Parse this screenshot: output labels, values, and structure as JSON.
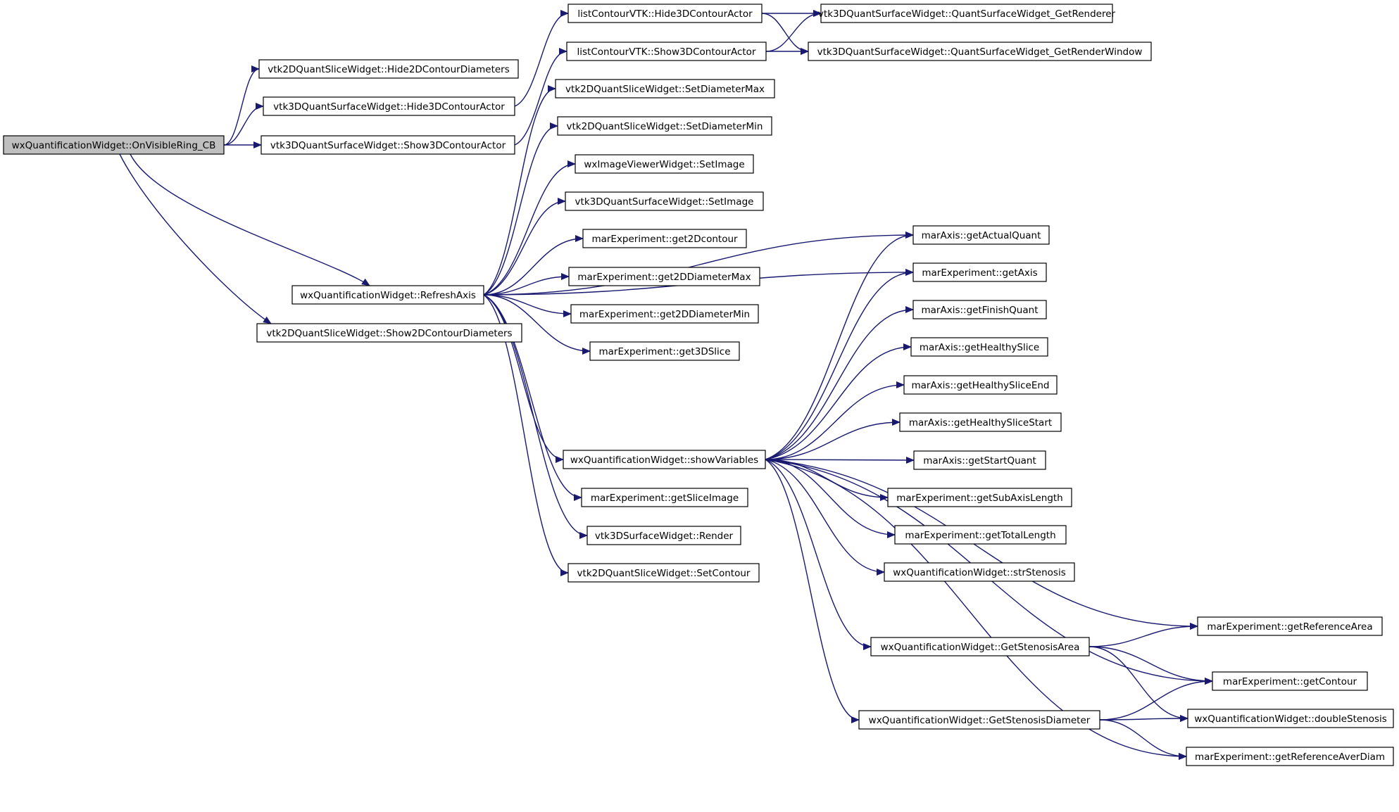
{
  "nodes": [
    {
      "id": "root",
      "label": "wxQuantificationWidget::OnVisibleRing_CB",
      "root": true
    },
    {
      "id": "hide2d",
      "label": "vtk2DQuantSliceWidget::Hide2DContourDiameters"
    },
    {
      "id": "hide3d",
      "label": "vtk3DQuantSurfaceWidget::Hide3DContourActor"
    },
    {
      "id": "show3d",
      "label": "vtk3DQuantSurfaceWidget::Show3DContourActor"
    },
    {
      "id": "refresh",
      "label": "wxQuantificationWidget::RefreshAxis"
    },
    {
      "id": "show2d",
      "label": "vtk2DQuantSliceWidget::Show2DContourDiameters"
    },
    {
      "id": "lcHide",
      "label": "listContourVTK::Hide3DContourActor"
    },
    {
      "id": "lcShow",
      "label": "listContourVTK::Show3DContourActor"
    },
    {
      "id": "getRenderer",
      "label": "vtk3DQuantSurfaceWidget::QuantSurfaceWidget_GetRenderer"
    },
    {
      "id": "getRenderWindow",
      "label": "vtk3DQuantSurfaceWidget::QuantSurfaceWidget_GetRenderWindow"
    },
    {
      "id": "setDiamMax",
      "label": "vtk2DQuantSliceWidget::SetDiameterMax"
    },
    {
      "id": "setDiamMin",
      "label": "vtk2DQuantSliceWidget::SetDiameterMin"
    },
    {
      "id": "wxSetImage",
      "label": "wxImageViewerWidget::SetImage"
    },
    {
      "id": "vtkSetImage",
      "label": "vtk3DQuantSurfaceWidget::SetImage"
    },
    {
      "id": "get2Dcontour",
      "label": "marExperiment::get2Dcontour"
    },
    {
      "id": "get2DDiamMax",
      "label": "marExperiment::get2DDiameterMax"
    },
    {
      "id": "get2DDiamMin",
      "label": "marExperiment::get2DDiameterMin"
    },
    {
      "id": "get3DSlice",
      "label": "marExperiment::get3DSlice"
    },
    {
      "id": "showVars",
      "label": "wxQuantificationWidget::showVariables"
    },
    {
      "id": "getSliceImage",
      "label": "marExperiment::getSliceImage"
    },
    {
      "id": "render",
      "label": "vtk3DSurfaceWidget::Render"
    },
    {
      "id": "setContour",
      "label": "vtk2DQuantSliceWidget::SetContour"
    },
    {
      "id": "getActualQuant",
      "label": "marAxis::getActualQuant"
    },
    {
      "id": "getAxis",
      "label": "marExperiment::getAxis"
    },
    {
      "id": "getFinishQuant",
      "label": "marAxis::getFinishQuant"
    },
    {
      "id": "getHealthySlice",
      "label": "marAxis::getHealthySlice"
    },
    {
      "id": "getHealthySliceEnd",
      "label": "marAxis::getHealthySliceEnd"
    },
    {
      "id": "getHealthySliceStart",
      "label": "marAxis::getHealthySliceStart"
    },
    {
      "id": "getStartQuant",
      "label": "marAxis::getStartQuant"
    },
    {
      "id": "getSubAxisLength",
      "label": "marExperiment::getSubAxisLength"
    },
    {
      "id": "getTotalLength",
      "label": "marExperiment::getTotalLength"
    },
    {
      "id": "strStenosis",
      "label": "wxQuantificationWidget::strStenosis"
    },
    {
      "id": "getReferenceArea",
      "label": "marExperiment::getReferenceArea"
    },
    {
      "id": "getStenosisArea",
      "label": "wxQuantificationWidget::GetStenosisArea"
    },
    {
      "id": "getContour",
      "label": "marExperiment::getContour"
    },
    {
      "id": "getStenosisDiam",
      "label": "wxQuantificationWidget::GetStenosisDiameter"
    },
    {
      "id": "doubleStenosis",
      "label": "wxQuantificationWidget::doubleStenosis"
    },
    {
      "id": "getRefAverDiam",
      "label": "marExperiment::getReferenceAverDiam"
    }
  ],
  "edges": [
    [
      "root",
      "hide2d"
    ],
    [
      "root",
      "hide3d"
    ],
    [
      "root",
      "show3d"
    ],
    [
      "root",
      "refresh"
    ],
    [
      "root",
      "show2d"
    ],
    [
      "hide3d",
      "lcHide"
    ],
    [
      "show3d",
      "lcShow"
    ],
    [
      "lcHide",
      "getRenderer"
    ],
    [
      "lcHide",
      "getRenderWindow"
    ],
    [
      "lcShow",
      "getRenderer"
    ],
    [
      "lcShow",
      "getRenderWindow"
    ],
    [
      "refresh",
      "setDiamMax"
    ],
    [
      "refresh",
      "setDiamMin"
    ],
    [
      "refresh",
      "wxSetImage"
    ],
    [
      "refresh",
      "vtkSetImage"
    ],
    [
      "refresh",
      "get2Dcontour"
    ],
    [
      "refresh",
      "get2DDiamMax"
    ],
    [
      "refresh",
      "get2DDiamMin"
    ],
    [
      "refresh",
      "get3DSlice"
    ],
    [
      "refresh",
      "getActualQuant"
    ],
    [
      "refresh",
      "getAxis"
    ],
    [
      "refresh",
      "showVars"
    ],
    [
      "refresh",
      "getSliceImage"
    ],
    [
      "refresh",
      "render"
    ],
    [
      "refresh",
      "setContour"
    ],
    [
      "showVars",
      "getActualQuant"
    ],
    [
      "showVars",
      "getAxis"
    ],
    [
      "showVars",
      "getFinishQuant"
    ],
    [
      "showVars",
      "getHealthySlice"
    ],
    [
      "showVars",
      "getHealthySliceEnd"
    ],
    [
      "showVars",
      "getHealthySliceStart"
    ],
    [
      "showVars",
      "getStartQuant"
    ],
    [
      "showVars",
      "getSubAxisLength"
    ],
    [
      "showVars",
      "getTotalLength"
    ],
    [
      "showVars",
      "strStenosis"
    ],
    [
      "showVars",
      "getReferenceArea"
    ],
    [
      "showVars",
      "getStenosisArea"
    ],
    [
      "showVars",
      "getContour"
    ],
    [
      "showVars",
      "getStenosisDiam"
    ],
    [
      "showVars",
      "getRefAverDiam"
    ],
    [
      "getStenosisArea",
      "getReferenceArea"
    ],
    [
      "getStenosisArea",
      "getContour"
    ],
    [
      "getStenosisArea",
      "doubleStenosis"
    ],
    [
      "getStenosisDiam",
      "getContour"
    ],
    [
      "getStenosisDiam",
      "doubleStenosis"
    ],
    [
      "getStenosisDiam",
      "getRefAverDiam"
    ]
  ]
}
